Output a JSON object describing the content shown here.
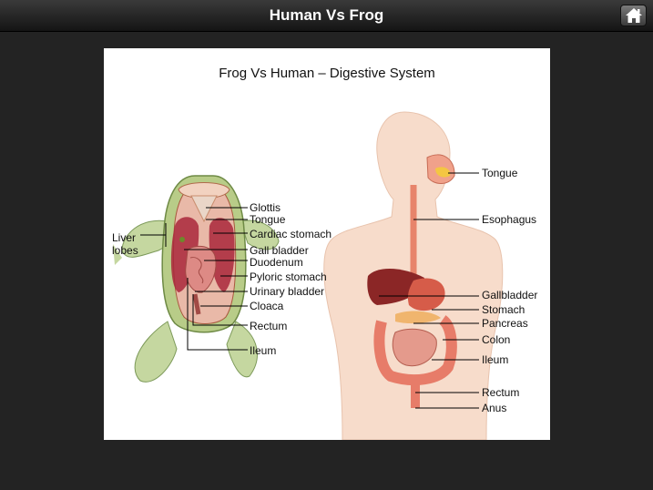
{
  "app": {
    "title": "Human Vs Frog"
  },
  "header": {
    "home_icon": "home-icon"
  },
  "figure": {
    "title": "Frog Vs Human – Digestive System",
    "frog_labels": {
      "glottis": "Glottis",
      "tongue": "Tongue",
      "cardiac_stomach": "Cardiac stomach",
      "liver_line1": "Liver",
      "liver_line2": "lobes",
      "gall_bladder": "Gall bladder",
      "duodenum": "Duodenum",
      "pyloric_stomach": "Pyloric stomach",
      "urinary_bladder": "Urinary bladder",
      "cloaca": "Cloaca",
      "rectum": "Rectum",
      "ileum": "Ileum"
    },
    "human_labels": {
      "tongue": "Tongue",
      "esophagus": "Esophagus",
      "gallbladder": "Gallbladder",
      "stomach": "Stomach",
      "pancreas": "Pancreas",
      "colon": "Colon",
      "ileum": "Ileum",
      "rectum": "Rectum",
      "anus": "Anus"
    }
  }
}
